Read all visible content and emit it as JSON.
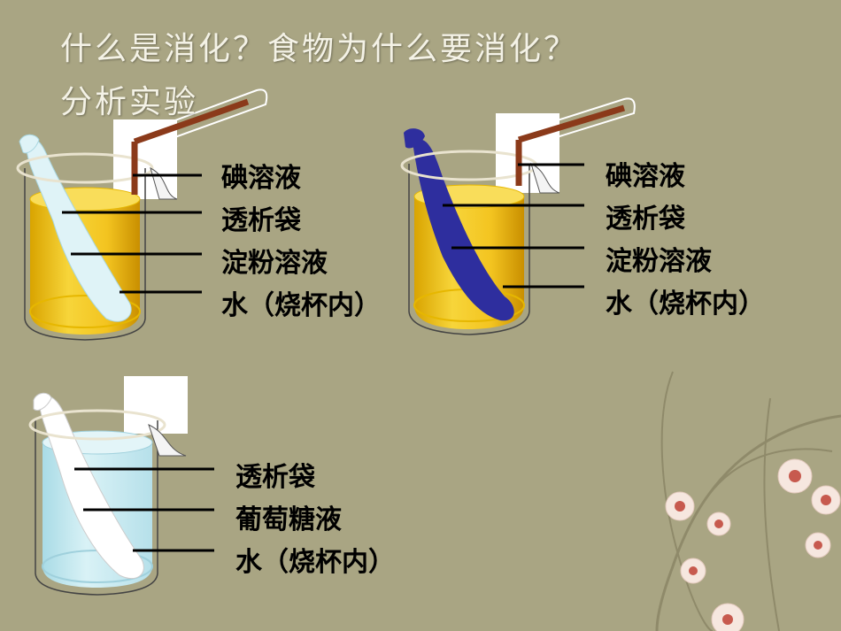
{
  "title": {
    "line1": "什么是消化？食物为什么要消化？",
    "line2": "分析实验"
  },
  "beaker1": {
    "labels": [
      "碘溶液",
      "透析袋",
      "淀粉溶液",
      "水（烧杯内）"
    ]
  },
  "beaker2": {
    "labels": [
      "碘溶液",
      "透析袋",
      "淀粉溶液",
      "水（烧杯内）"
    ]
  },
  "beaker3": {
    "labels": [
      "透析袋",
      "葡萄糖液",
      "水（烧杯内）"
    ]
  },
  "colors": {
    "background": "#a9a583",
    "yellow_liquid": "#f2c51c",
    "blue_liquid": "#cdeef4",
    "bag_white": "#dff3f7",
    "bag_blue": "#2e2e9e",
    "dropper": "#8b3a1a"
  }
}
